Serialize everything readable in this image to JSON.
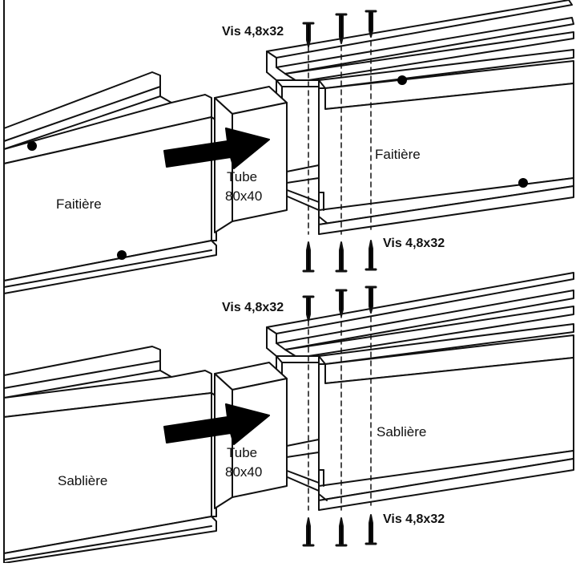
{
  "panels": [
    {
      "left_profile_label": "Faitière",
      "right_profile_label": "Faitière",
      "tube_label_line1": "Tube",
      "tube_label_line2": "80x40",
      "top_screw_label": "Vis 4,8x32",
      "bottom_screw_label": "Vis 4,8x32"
    },
    {
      "left_profile_label": "Sablière",
      "right_profile_label": "Sablière",
      "tube_label_line1": "Tube",
      "tube_label_line2": "80x40",
      "top_screw_label": "Vis 4,8x32",
      "bottom_screw_label": "Vis 4,8x32"
    }
  ],
  "colors": {
    "line": "#111111",
    "fill": "#ffffff",
    "arrow": "#000000"
  },
  "icons": {
    "arrow": "insertion-arrow-icon",
    "screw": "screw-icon",
    "rivet": "rivet-dot-icon"
  }
}
